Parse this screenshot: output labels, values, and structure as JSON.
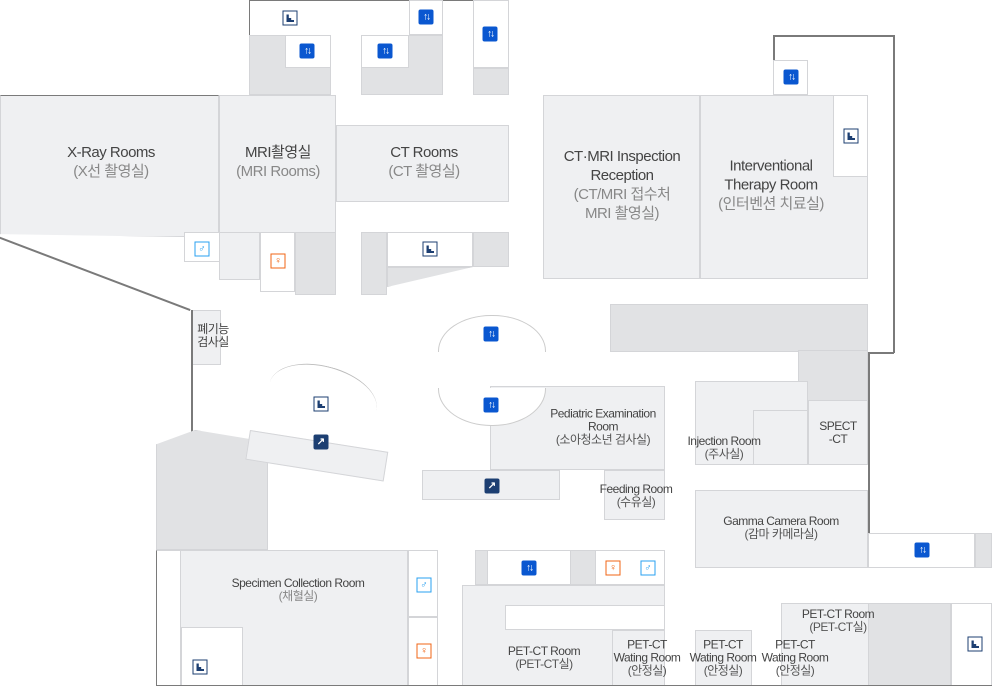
{
  "rooms": {
    "xray": {
      "name": "X-Ray Rooms",
      "sub": "(X선 촬영실)"
    },
    "mri": {
      "name": "MRI촬영실",
      "sub": "(MRI Rooms)"
    },
    "ct": {
      "name": "CT Rooms",
      "sub": "(CT 촬영실)"
    },
    "ctmri": {
      "name1": "CT·MRI Inspection",
      "name2": "Reception",
      "sub1": "(CT/MRI 접수처",
      "sub2": "MRI 촬영실)"
    },
    "interventional": {
      "name1": "Interventional",
      "name2": "Therapy Room",
      "sub": "(인터벤션 치료실)"
    },
    "pulmonary": {
      "name1": "폐기능",
      "name2": "검사실"
    },
    "pediatric": {
      "name1": "Pediatric Examination",
      "name2": "Room",
      "sub": "(소아청소년 검사실)"
    },
    "injection": {
      "name": "Injection Room",
      "sub": "(주사실)"
    },
    "spect": {
      "name1": "SPECT",
      "name2": "-CT"
    },
    "feeding": {
      "name": "Feeding Room",
      "sub": "(수유실)"
    },
    "gamma": {
      "name": "Gamma Camera Room",
      "sub": "(감마 카메라실)"
    },
    "specimen": {
      "name": "Specimen Collection Room",
      "sub": "(채혈실)"
    },
    "petct1": {
      "name": "PET-CT Room",
      "sub": "(PET-CT실)"
    },
    "petct2": {
      "name": "PET-CT Room",
      "sub": "(PET-CT실)"
    },
    "wait1": {
      "name1": "PET-CT",
      "name2": "Wating Room",
      "sub": "(안정실)"
    },
    "wait2": {
      "name1": "PET-CT",
      "name2": "Wating Room",
      "sub": "(안정실)"
    },
    "wait3": {
      "name1": "PET-CT",
      "name2": "Wating Room",
      "sub": "(안정실)"
    }
  },
  "icons": {
    "elevator": "↑↓",
    "men": "♂",
    "women": "♀",
    "escalator": "↗"
  },
  "colors": {
    "elevator": "#0a57d0",
    "stairs": "#1d3f72",
    "men": "#2aa0f0",
    "women": "#f06414",
    "room": "#eff0f2",
    "service": "#e1e2e4"
  }
}
